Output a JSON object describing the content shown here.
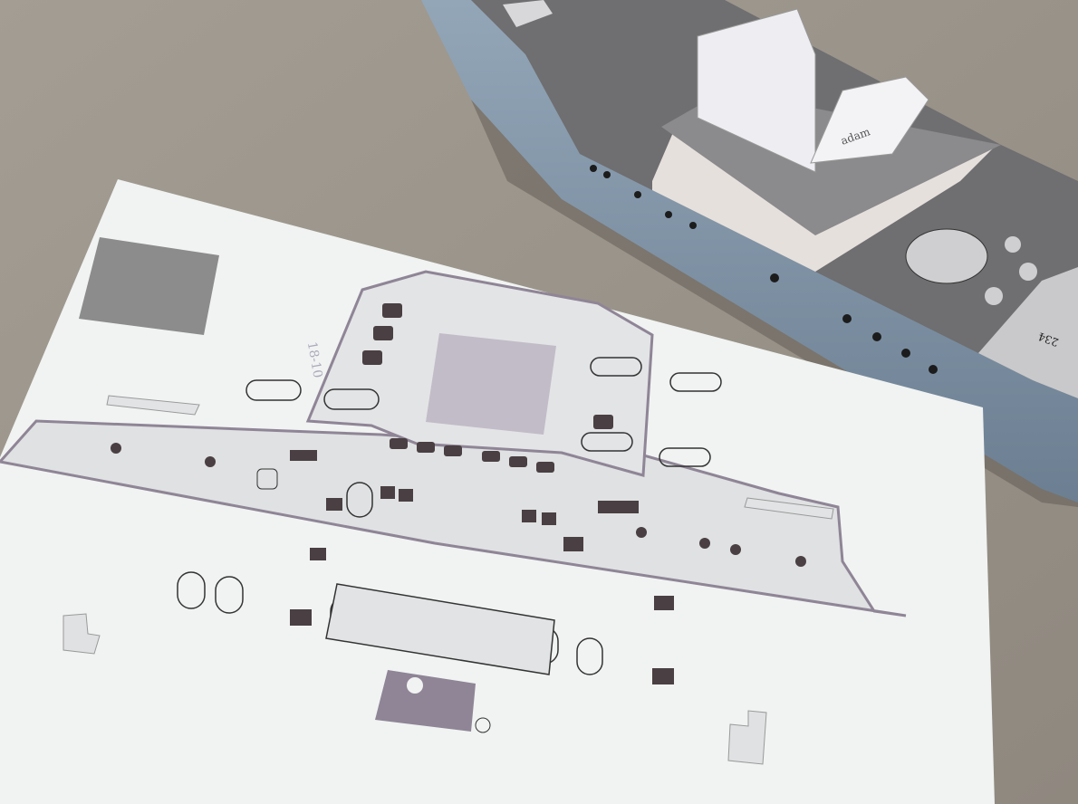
{
  "scene": {
    "description_labels": {
      "sheet_code": "18-10",
      "hull_number": "234",
      "bridge_text": "adam"
    },
    "colors": {
      "table": "#9d968c",
      "paper": "#f1f3f2",
      "hull": "#7f93a6",
      "deck": "#6f6e70",
      "part_gray": "#dfe1e2",
      "accent_purple": "#8f8596",
      "dark_part": "#4a3f42"
    }
  }
}
